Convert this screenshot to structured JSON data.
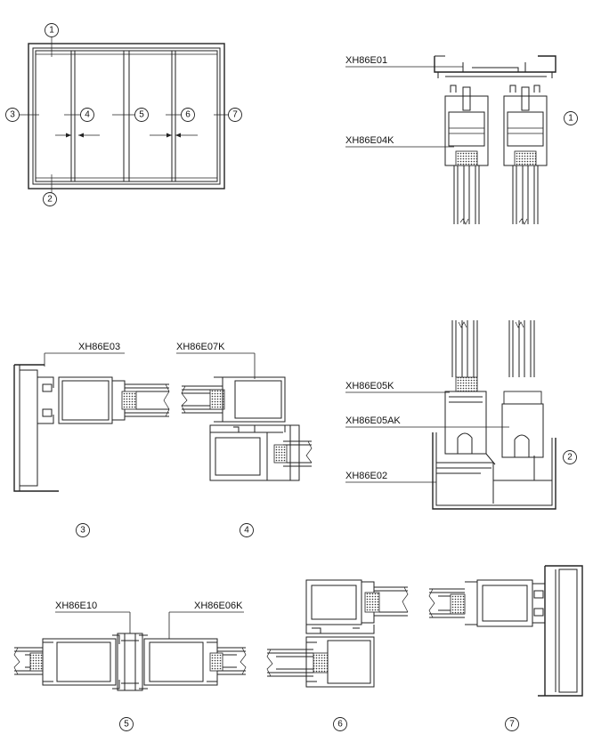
{
  "elevation_callouts": [
    "1",
    "2",
    "3",
    "4",
    "5",
    "6",
    "7"
  ],
  "section_numbers": {
    "s1": "1",
    "s2": "2",
    "s3": "3",
    "s4": "4",
    "s5": "5",
    "s6": "6",
    "s7": "7"
  },
  "part_labels": {
    "p_e01": "XH86E01",
    "p_e04k": "XH86E04K",
    "p_e03": "XH86E03",
    "p_e07k": "XH86E07K",
    "p_e05k": "XH86E05K",
    "p_e05ak": "XH86E05AK",
    "p_e02": "XH86E02",
    "p_e10": "XH86E10",
    "p_e06k": "XH86E06K"
  }
}
